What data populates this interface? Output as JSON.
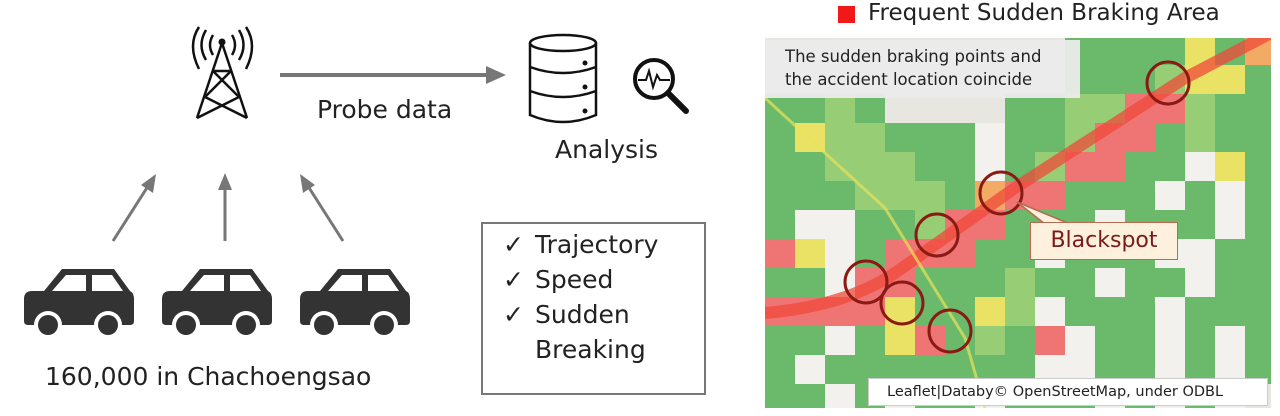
{
  "flow": {
    "probe_label": "Probe data",
    "analysis_label": "Analysis",
    "cars_label": "160,000 in Chachoengsao"
  },
  "checklist": {
    "check_glyph": "✓",
    "items": [
      "Trajectory",
      "Speed",
      "Sudden",
      "Breaking"
    ]
  },
  "map": {
    "legend_label": "Frequent Sudden Braking Area",
    "legend_color": "#f01818",
    "caption_line1": "The sudden braking points and",
    "caption_line2": "the accident location coincide",
    "callout_label": "Blackspot",
    "attribution": "Leaflet|Databy© OpenStreetMap, under ODBL"
  }
}
